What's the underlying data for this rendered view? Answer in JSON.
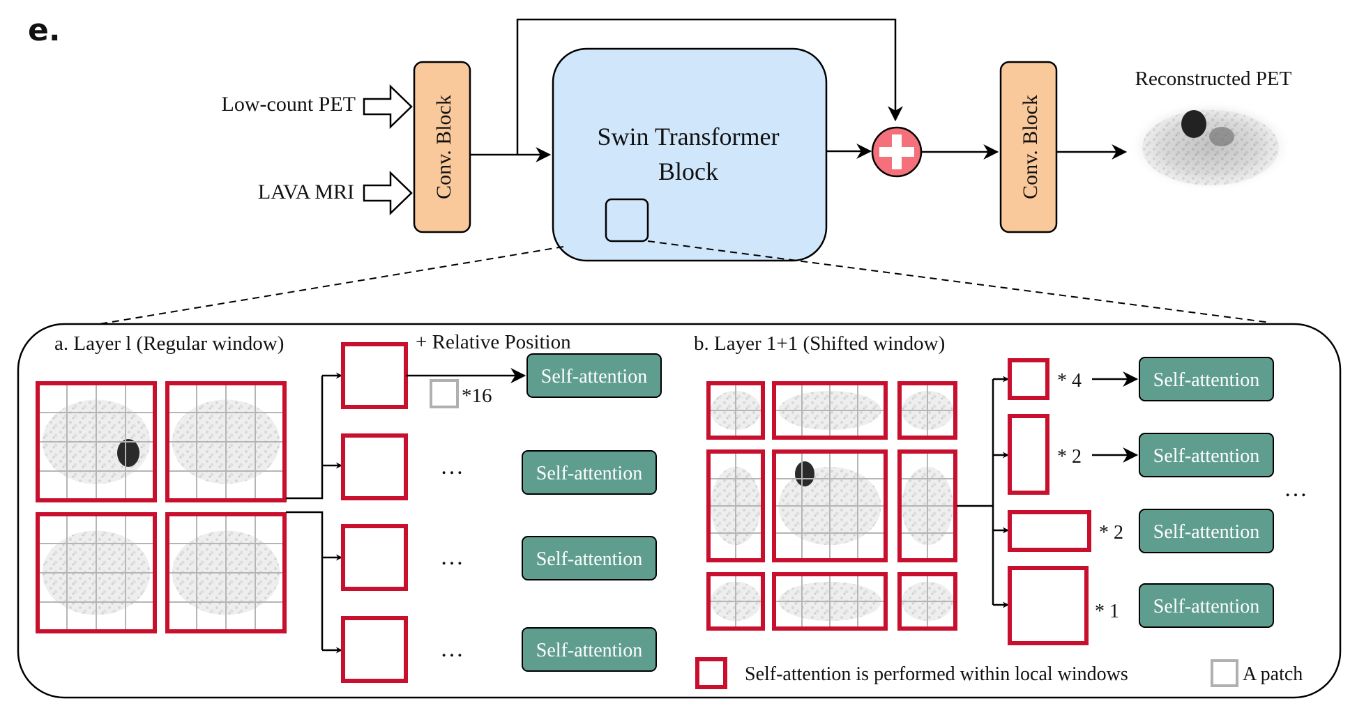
{
  "panel_letter": "e.",
  "inputs": {
    "pet": "Low-count PET",
    "mri": "LAVA MRI"
  },
  "conv_block_label": "Conv. Block",
  "swin_block": {
    "line1": "Swin Transformer",
    "line2": "Block"
  },
  "output_label": "Reconstructed PET",
  "layer_a": {
    "title": "a. Layer l (Regular window)",
    "relative_position": "+ Relative Position",
    "patch_multiplier": "*16",
    "ellipsis": "…"
  },
  "layer_b": {
    "title": "b. Layer 1+1 (Shifted window)",
    "multipliers": [
      "* 4",
      "* 2",
      "* 2",
      "* 1"
    ],
    "ellipsis": "…"
  },
  "self_attention_label": "Self-attention",
  "legend": {
    "window": "Self-attention is performed within local windows",
    "patch": "A patch"
  },
  "colors": {
    "window_red": "#c8102e",
    "conv_orange": "#f9c89b",
    "swin_blue": "#cfe6fb",
    "attention_teal": "#5f9e8e",
    "plus_red": "#f4707b"
  }
}
